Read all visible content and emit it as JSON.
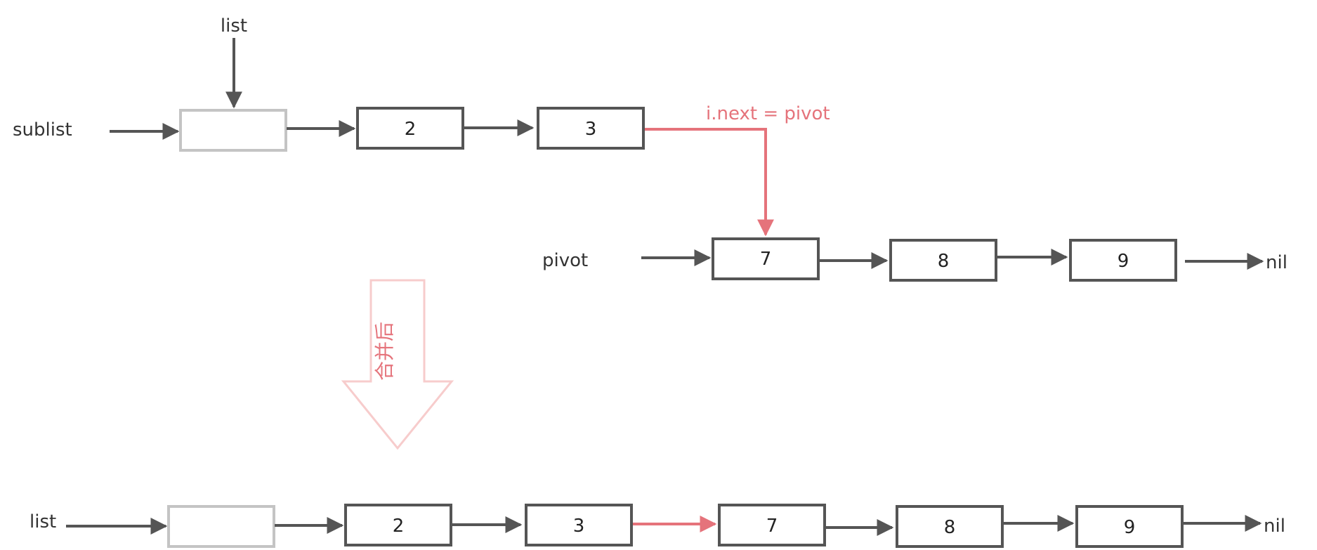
{
  "diagram": {
    "colors": {
      "node_stroke": "#555555",
      "node_stroke_light": "#c4c4c4",
      "arrow": "#555555",
      "highlight": "#e5737b",
      "big_arrow_stroke": "#f7cccc"
    },
    "top": {
      "list_label": "list",
      "sublist_label": "sublist",
      "sublist_nodes": [
        "",
        "2",
        "3"
      ],
      "annotation": "i.next = pivot",
      "pivot_label": "pivot",
      "pivot_nodes": [
        "7",
        "8",
        "9"
      ],
      "nil_label": "nil"
    },
    "merge_label": "合并后",
    "bottom": {
      "list_label": "list",
      "nodes": [
        "",
        "2",
        "3",
        "7",
        "8",
        "9"
      ],
      "nil_label": "nil"
    }
  }
}
